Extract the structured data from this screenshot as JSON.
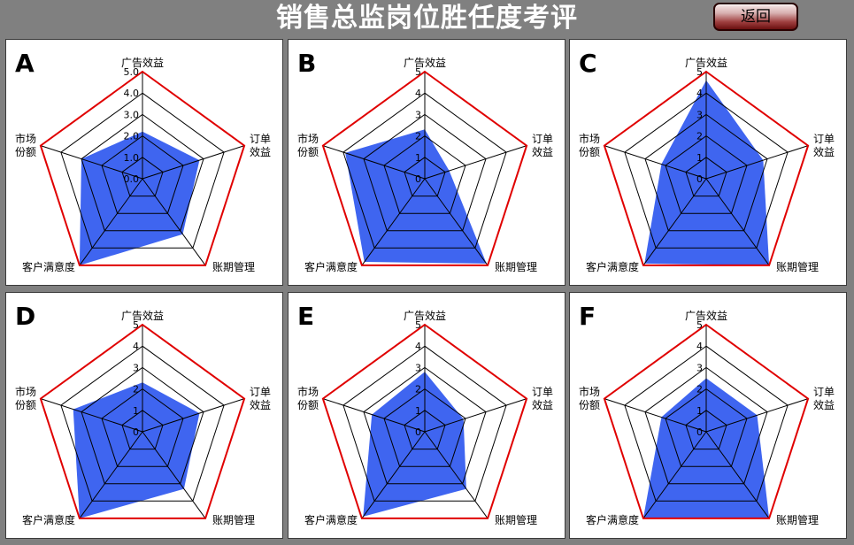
{
  "header": {
    "title": "销售总监岗位胜任度考评",
    "back_label": "返回"
  },
  "colors": {
    "fill": "#3f65f0",
    "outer": "#e00000",
    "grid": "#000000"
  },
  "chart_data": [
    {
      "type": "radar",
      "label": "A",
      "categories": [
        "广告效益",
        "订单效益",
        "账期管理",
        "客户满意度",
        "市场份额"
      ],
      "ticks": [
        "0.0",
        "1.0",
        "2.0",
        "3.0",
        "4.0",
        "5.0"
      ],
      "rlim": [
        0,
        5
      ],
      "values": [
        2.2,
        2.8,
        3.2,
        5.0,
        3.0
      ]
    },
    {
      "type": "radar",
      "label": "B",
      "categories": [
        "广告效益",
        "订单效益",
        "账期管理",
        "客户满意度",
        "市场份额"
      ],
      "ticks": [
        "0",
        "1",
        "2",
        "3",
        "4",
        "5"
      ],
      "rlim": [
        0,
        5
      ],
      "values": [
        2.3,
        1.2,
        4.9,
        4.8,
        3.9
      ]
    },
    {
      "type": "radar",
      "label": "C",
      "categories": [
        "广告效益",
        "订单效益",
        "账期管理",
        "客户满意度",
        "市场份额"
      ],
      "ticks": [
        "0",
        "1",
        "2",
        "3",
        "4",
        "5"
      ],
      "rlim": [
        0,
        5
      ],
      "values": [
        4.6,
        2.8,
        5.0,
        4.9,
        2.2
      ]
    },
    {
      "type": "radar",
      "label": "D",
      "categories": [
        "广告效益",
        "订单效益",
        "账期管理",
        "客户满意度",
        "市场份额"
      ],
      "ticks": [
        "0",
        "1",
        "2",
        "3",
        "4",
        "5"
      ],
      "rlim": [
        0,
        5
      ],
      "values": [
        2.3,
        2.8,
        3.3,
        5.0,
        3.4
      ]
    },
    {
      "type": "radar",
      "label": "E",
      "categories": [
        "广告效益",
        "订单效益",
        "账期管理",
        "客户满意度",
        "市场份额"
      ],
      "ticks": [
        "0",
        "1",
        "2",
        "3",
        "4",
        "5"
      ],
      "rlim": [
        0,
        5
      ],
      "values": [
        2.8,
        1.9,
        3.3,
        4.9,
        2.6
      ]
    },
    {
      "type": "radar",
      "label": "F",
      "categories": [
        "广告效益",
        "订单效益",
        "账期管理",
        "客户满意度",
        "市场份额"
      ],
      "ticks": [
        "0",
        "1",
        "2",
        "3",
        "4",
        "5"
      ],
      "rlim": [
        0,
        5
      ],
      "values": [
        2.5,
        2.5,
        5.0,
        5.0,
        2.2
      ]
    }
  ]
}
